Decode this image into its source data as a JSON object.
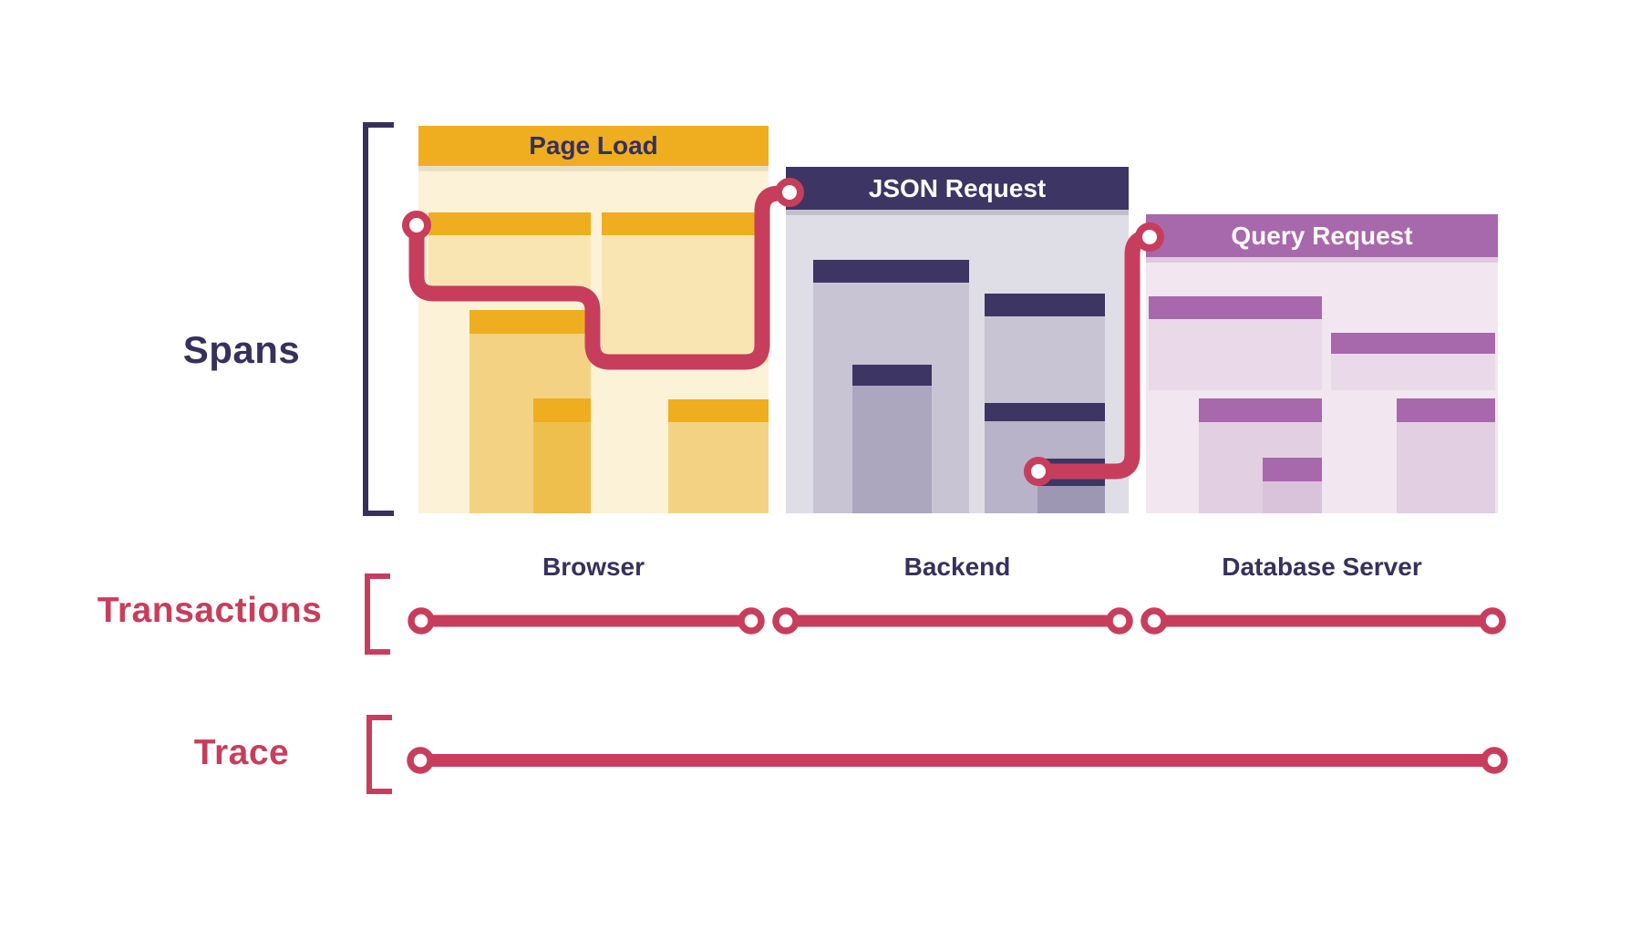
{
  "colors": {
    "crimson": "#C73E5C",
    "navy_text": "#38305C",
    "navy_header": "#3D3563",
    "gold": "#EEAE20",
    "purple": "#A868AC",
    "cream_bg": "#FBF2D8",
    "backend_bg": "#DFDDE6",
    "query_bg": "#F2E7F1"
  },
  "left_labels": {
    "spans": "Spans",
    "transactions": "Transactions",
    "trace": "Trace"
  },
  "panels": [
    {
      "title": "Page Load",
      "caption": "Browser"
    },
    {
      "title": "JSON Request",
      "caption": "Backend"
    },
    {
      "title": "Query Request",
      "caption": "Database Server"
    }
  ]
}
